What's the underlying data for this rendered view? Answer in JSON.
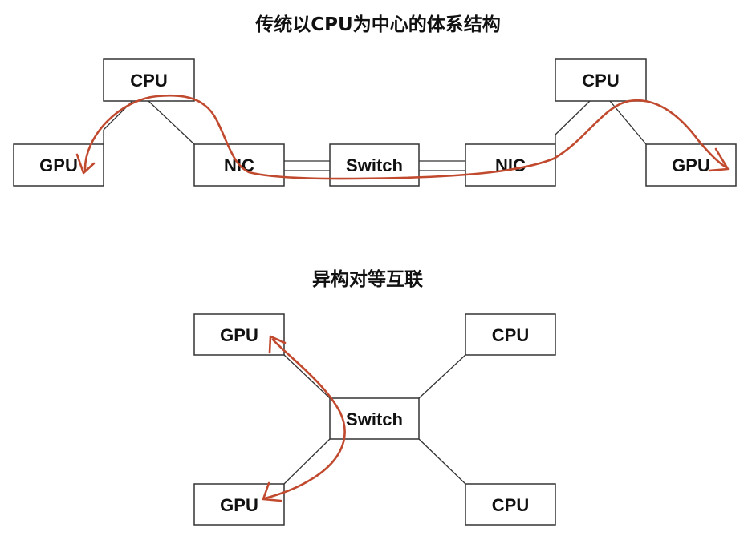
{
  "top_diagram": {
    "title": "传统以CPU为中心的体系结构",
    "nodes": {
      "cpu_left": "CPU",
      "gpu_left": "GPU",
      "nic_left": "NIC",
      "switch": "Switch",
      "nic_right": "NIC",
      "cpu_right": "CPU",
      "gpu_right": "GPU"
    }
  },
  "bottom_diagram": {
    "title": "异构对等互联",
    "nodes": {
      "gpu_top": "GPU",
      "cpu_top": "CPU",
      "switch": "Switch",
      "gpu_bottom": "GPU",
      "cpu_bottom": "CPU"
    }
  },
  "colors": {
    "flow_arrow": "#c0492e",
    "box_stroke": "#333333"
  }
}
